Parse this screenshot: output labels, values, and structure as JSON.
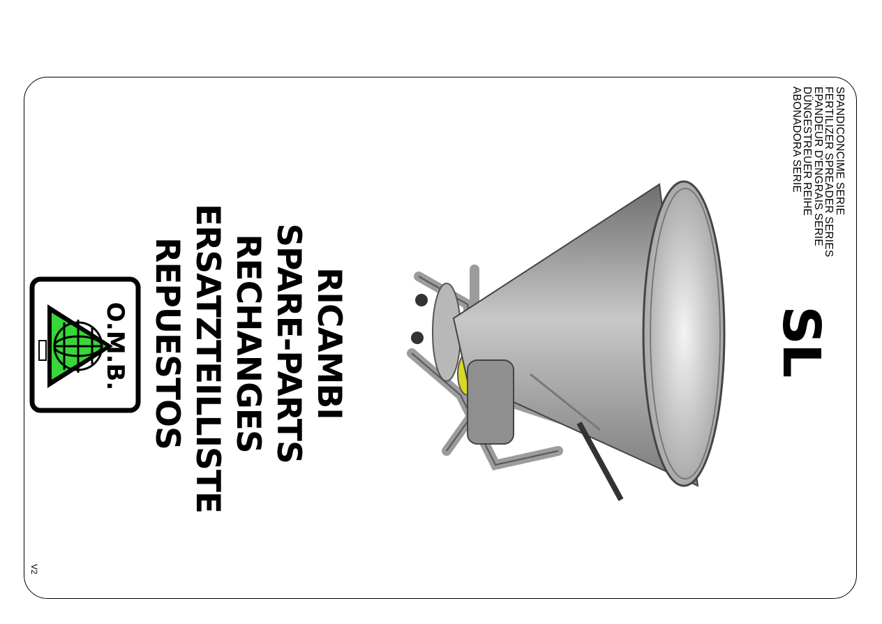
{
  "series_lines": [
    "SPANDICONCIME SERIE",
    "FERTILIZER SPREADER SERIES",
    "EPANDEUR D'ENGRAIS SERIE",
    "DÜNGESTREUER REIHE",
    "ABONADORA SERIE"
  ],
  "model": "SL",
  "titles": [
    "RICAMBI",
    "SPARE-PARTS",
    "RECHANGES",
    "ERSATZTEILLISTE",
    "REPUESTOS"
  ],
  "logo_text": "O.M.B.",
  "version": "V2",
  "colors": {
    "logo_green": "#39d639",
    "cone": "#8a8a8a",
    "accent_yellow": "#d8d820"
  }
}
